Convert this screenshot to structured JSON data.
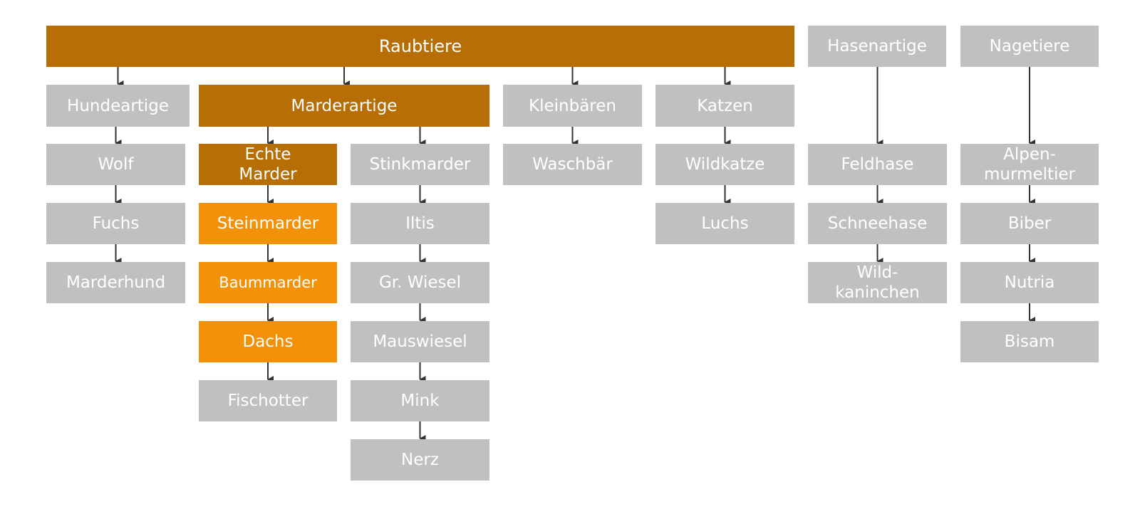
{
  "colors": {
    "category": "#b76e05",
    "highlight": "#f39208",
    "default": "#c0c0c0",
    "text": "#ffffff",
    "connector": "#333333"
  },
  "nodes": {
    "raubtiere": "Raubtiere",
    "hasenartige": "Hasenartige",
    "nagetiere": "Nagetiere",
    "hundeartige": "Hundeartige",
    "marderartige": "Marderartige",
    "kleinbaeren": "Kleinbären",
    "katzen": "Katzen",
    "wolf": "Wolf",
    "fuchs": "Fuchs",
    "marderhund": "Marderhund",
    "echte_marder_1": "Echte",
    "echte_marder_2": "Marder",
    "steinmarder": "Steinmarder",
    "baummarder": "Baummarder",
    "dachs": "Dachs",
    "fischotter": "Fischotter",
    "stinkmarder": "Stinkmarder",
    "iltis": "Iltis",
    "gr_wiesel": "Gr. Wiesel",
    "mauswiesel": "Mauswiesel",
    "mink": "Mink",
    "nerz": "Nerz",
    "waschbaer": "Waschbär",
    "wildkatze": "Wildkatze",
    "luchs": "Luchs",
    "feldhase": "Feldhase",
    "schneehase": "Schneehase",
    "wildkaninchen_1": "Wild-",
    "wildkaninchen_2": "kaninchen",
    "alpenmurmeltier_1": "Alpen-",
    "alpenmurmeltier_2": "murmeltier",
    "biber": "Biber",
    "nutria": "Nutria",
    "bisam": "Bisam"
  },
  "edges": [
    [
      "raubtiere",
      "hundeartige"
    ],
    [
      "raubtiere",
      "marderartige"
    ],
    [
      "raubtiere",
      "kleinbaeren"
    ],
    [
      "raubtiere",
      "katzen"
    ],
    [
      "hundeartige",
      "wolf"
    ],
    [
      "wolf",
      "fuchs"
    ],
    [
      "fuchs",
      "marderhund"
    ],
    [
      "marderartige",
      "echte_marder"
    ],
    [
      "marderartige",
      "stinkmarder"
    ],
    [
      "echte_marder",
      "steinmarder"
    ],
    [
      "steinmarder",
      "baummarder"
    ],
    [
      "baummarder",
      "dachs"
    ],
    [
      "dachs",
      "fischotter"
    ],
    [
      "stinkmarder",
      "iltis"
    ],
    [
      "iltis",
      "gr_wiesel"
    ],
    [
      "gr_wiesel",
      "mauswiesel"
    ],
    [
      "mauswiesel",
      "mink"
    ],
    [
      "mink",
      "nerz"
    ],
    [
      "kleinbaeren",
      "waschbaer"
    ],
    [
      "katzen",
      "wildkatze"
    ],
    [
      "wildkatze",
      "luchs"
    ],
    [
      "hasenartige",
      "feldhase"
    ],
    [
      "feldhase",
      "schneehase"
    ],
    [
      "schneehase",
      "wildkaninchen"
    ],
    [
      "nagetiere",
      "alpenmurmeltier"
    ],
    [
      "alpenmurmeltier",
      "biber"
    ],
    [
      "biber",
      "nutria"
    ],
    [
      "nutria",
      "bisam"
    ]
  ]
}
